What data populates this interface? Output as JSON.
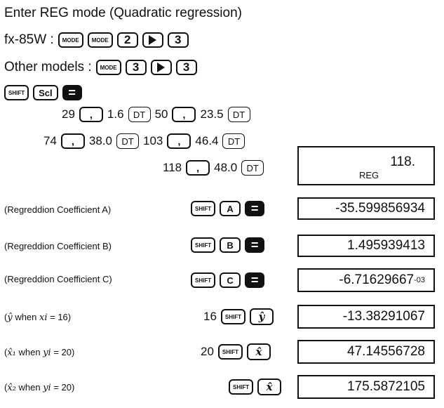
{
  "title": "Enter REG mode (Quadratic regression)",
  "fx85w": {
    "label": "fx-85W :",
    "keys": [
      "MODE",
      "MODE",
      "2",
      "3"
    ]
  },
  "other": {
    "label": "Other models :",
    "keys": [
      "MODE",
      "3",
      "3"
    ]
  },
  "clear_keys": [
    "SHIFT",
    "Scl",
    "="
  ],
  "data_rows": [
    {
      "x": "29",
      "y": "1.6",
      "x2": "50",
      "y2": "23.5"
    },
    {
      "x": "74",
      "y": "38.0",
      "x2": "103",
      "y2": "46.4"
    },
    {
      "x": "118",
      "y": "48.0"
    }
  ],
  "dt_key": "DT",
  "comma_key": ",",
  "reg_display": {
    "value": "118.",
    "indicator": "REG"
  },
  "shift_key": "SHIFT",
  "equals_key": "=",
  "results": [
    {
      "label": "(Regreddion Coefficient A)",
      "key": "A",
      "display": "-35.599856934"
    },
    {
      "label": "(Regreddion Coefficient B)",
      "key": "B",
      "display": "1.495939413"
    },
    {
      "label": "(Regreddion Coefficient C)",
      "key": "C",
      "display": "-6.71629667",
      "exp": "-03"
    }
  ],
  "estimates": [
    {
      "label_pre": "(",
      "sym": "ŷ",
      "label_mid": " when ",
      "var": "xi",
      "label_post": " = 16)",
      "input": "16",
      "key": "ŷ",
      "display": "-13.38291067"
    },
    {
      "label_pre": "(",
      "sym": "x̂₁",
      "label_mid": " when ",
      "var": "yi",
      "label_post": " = 20)",
      "input": "20",
      "key": "x̂",
      "display": "47.14556728"
    },
    {
      "label_pre": "(",
      "sym": "x̂₂",
      "label_mid": " when ",
      "var": "yi",
      "label_post": " = 20)",
      "input": "",
      "key": "x̂",
      "display": "175.5872105"
    }
  ]
}
